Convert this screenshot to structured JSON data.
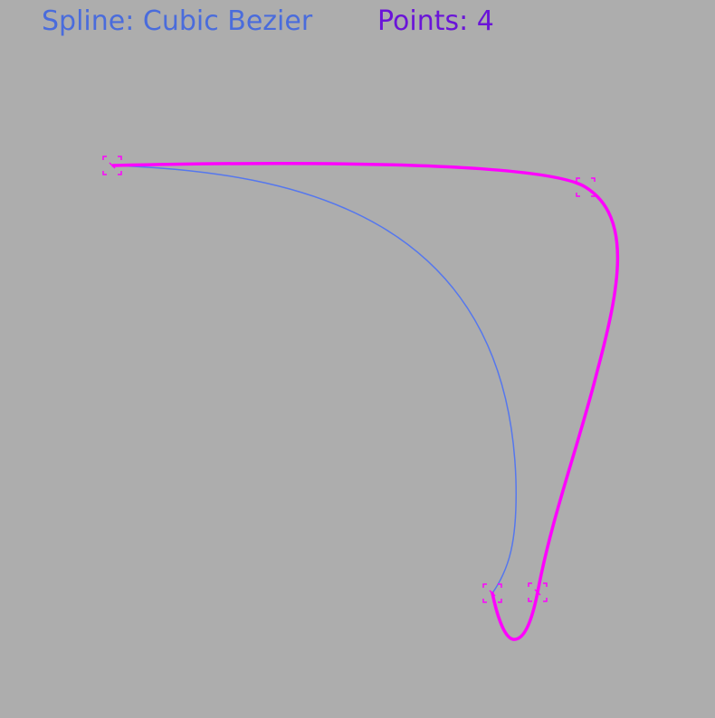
{
  "hud": {
    "spline_label": "Spline: Cubic Bezier",
    "points_label": "Points: 4"
  },
  "colors": {
    "background": "#adadad",
    "spline_label": "#4a6cdc",
    "points_label": "#6a14d8",
    "control_curve": "#5577ee",
    "spline_curve": "#ff00ff",
    "control_point_marker": "#ff00ff"
  },
  "control_points": [
    {
      "name": "control-point-1"
    },
    {
      "name": "control-point-2"
    },
    {
      "name": "control-point-3"
    },
    {
      "name": "control-point-4"
    }
  ]
}
